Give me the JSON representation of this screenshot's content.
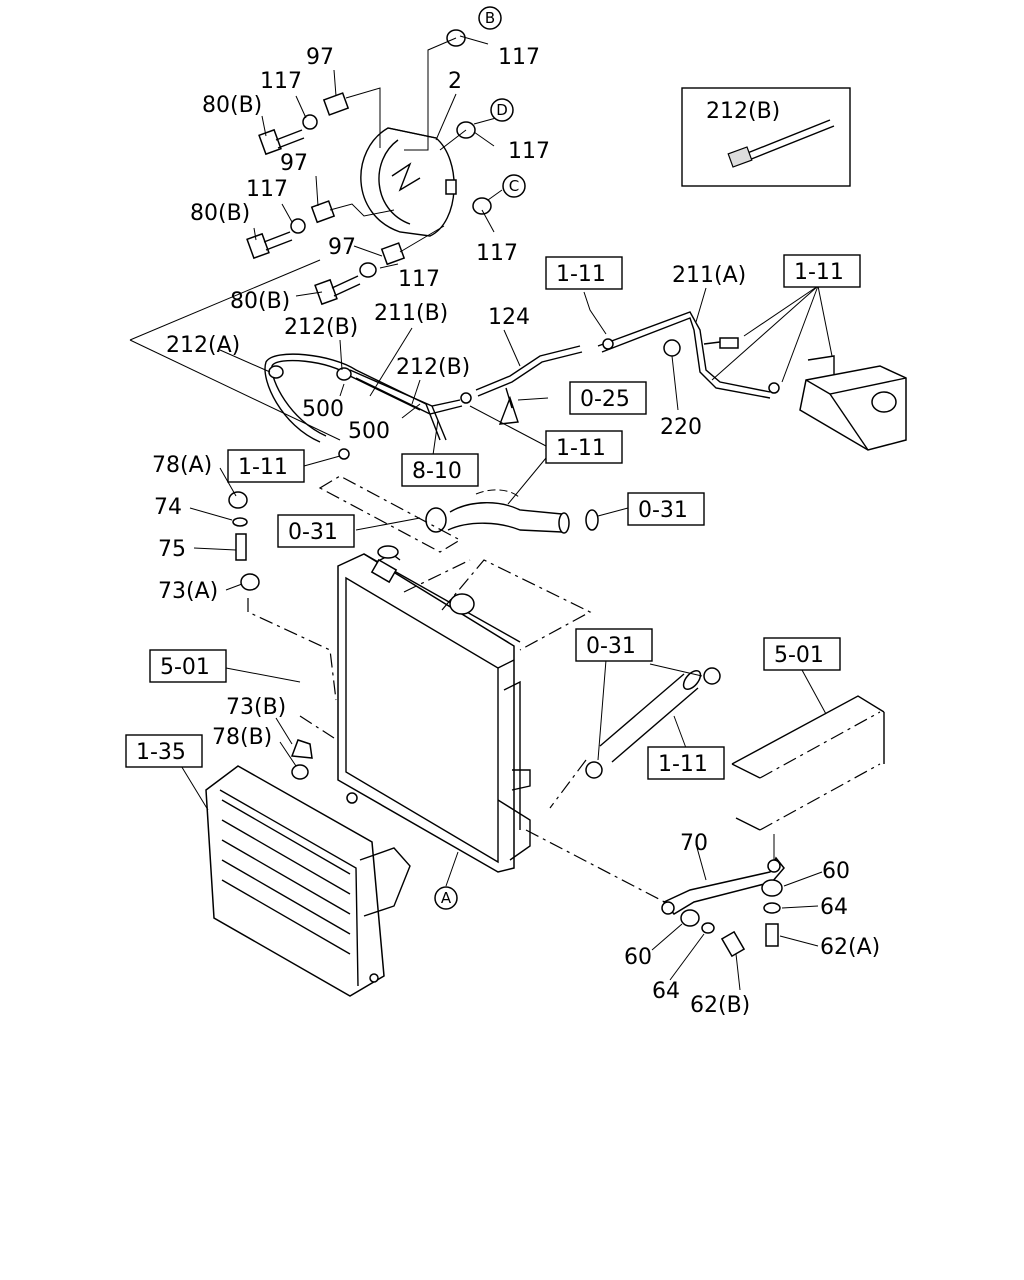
{
  "callouts": {
    "p97a": "97",
    "p117a": "117",
    "p80ba": "80(B)",
    "p2": "2",
    "p117b": "117",
    "p117c": "117",
    "p97b": "97",
    "p117d": "117",
    "p80bb": "80(B)",
    "p117e": "117",
    "p97c": "97",
    "p117f": "117",
    "p80bc": "80(B)",
    "p212a": "212(A)",
    "p212ba": "212(B)",
    "p211b": "211(B)",
    "p124": "124",
    "p211a": "211(A)",
    "p500a": "500",
    "p212bb": "212(B)",
    "p500b": "500",
    "p220": "220",
    "p78a": "78(A)",
    "p74": "74",
    "p75": "75",
    "p73a": "73(A)",
    "p73b": "73(B)",
    "p78b": "78(B)",
    "p70": "70",
    "p60a": "60",
    "p64a": "64",
    "p62a": "62(A)",
    "p60b": "60",
    "p64b": "64",
    "p62b": "62(B)"
  },
  "refs": {
    "r111a": "1-11",
    "r111b": "1-11",
    "r111c": "1-11",
    "r111d": "1-11",
    "r111e": "1-11",
    "r025": "0-25",
    "r810": "8-10",
    "r031a": "0-31",
    "r031b": "0-31",
    "r031c": "0-31",
    "r501a": "5-01",
    "r501b": "5-01",
    "r135": "1-35"
  },
  "circled": {
    "cB": "B",
    "cD": "D",
    "cC": "C",
    "cA": "A"
  },
  "inset": {
    "label": "212(B)"
  }
}
